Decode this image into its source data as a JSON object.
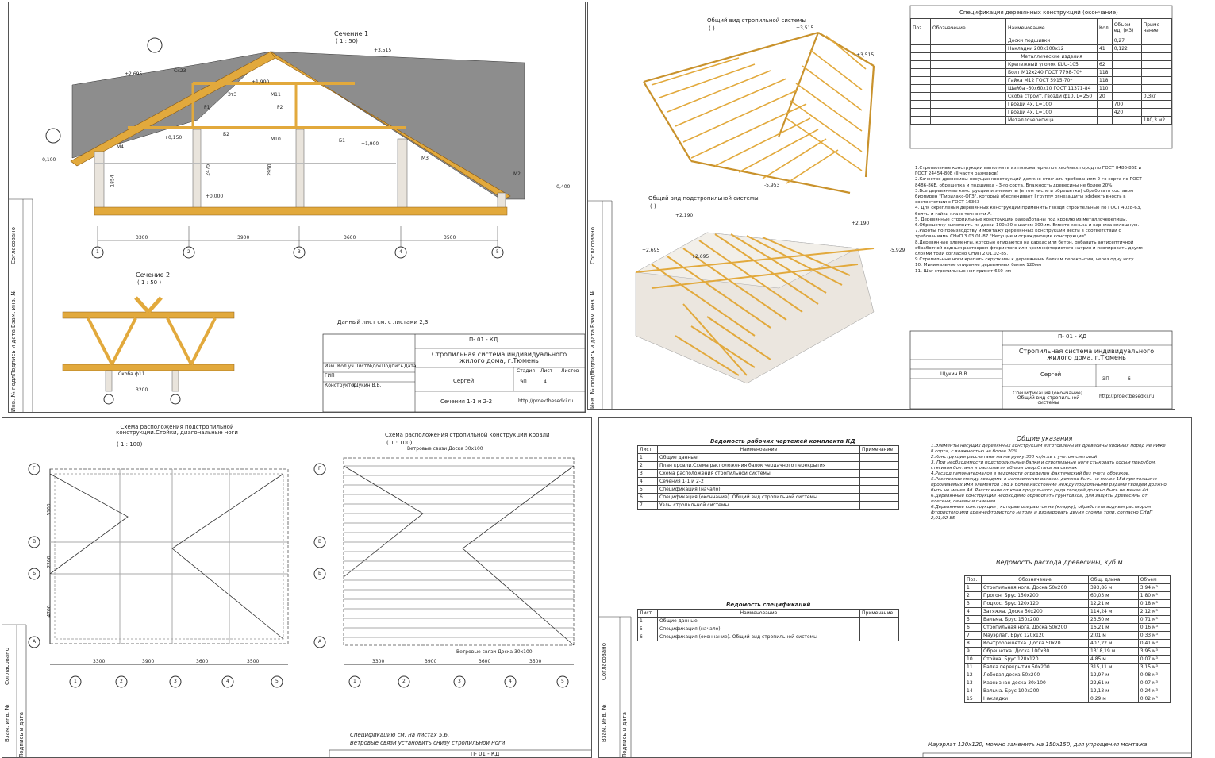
{
  "colors": {
    "timber": "#e2a93c",
    "timber_dark": "#8a5a14",
    "roof": "#8d8d8d",
    "wall": "#e9e4dc",
    "line": "#333333"
  },
  "sheet1": {
    "section1_title": "Сечение 1",
    "section1_scale": "( 1 : 50)",
    "section2_title": "Сечение 2",
    "section2_scale": "( 1 : 50 )",
    "marks": [
      "+3,515",
      "+2,695",
      "+1,900",
      "+0,150",
      "+0,000",
      "-0,400",
      "+1,900",
      "-0,100"
    ],
    "member_labels": [
      "Ск23",
      "Зт3",
      "Р1",
      "Р2",
      "М11",
      "М10",
      "Б2",
      "Б1",
      "М4",
      "М3",
      "М2"
    ],
    "axes": [
      "1",
      "2",
      "3",
      "4",
      "5"
    ],
    "dims": [
      "3300",
      "3900",
      "3600",
      "3500"
    ],
    "heights": [
      "2475",
      "2950",
      "1854"
    ],
    "section2_dim": "3200",
    "section2_label": "Скоба ф11",
    "note": "Данный лист см. с листами 2,3",
    "stamp_code": "П-     01 - КД",
    "stamp_title": "Стропильная система индивидуального жилого дома, г.Тюмень",
    "stamp_author": "Сергей",
    "stamp_sheet_no": "4",
    "stamp_stage": "ЭП",
    "stamp_sheet_title": "Сечения 1-1 и 2-2",
    "stamp_site": "http://proektbesedki.ru",
    "stamp_heads": [
      "Изм.",
      "Кол.уч.",
      "Лист",
      "№док.",
      "Подпись",
      "Дата"
    ],
    "stamp_roles": [
      "ГИП",
      "Конструктор"
    ],
    "stamp_designer": "Щукин В.В.",
    "stamp_stage_heads": [
      "Стадия",
      "Лист",
      "Листов"
    ],
    "side_labels": [
      "Согласовано",
      "Взам. инв. №",
      "Подпись и дата",
      "Инв. № подл."
    ]
  },
  "sheet2": {
    "view1_title": "Общий вид стропильной системы",
    "view1_sub": "( )",
    "view2_title": "Общий вид подстропильной системы",
    "view2_sub": "( )",
    "marks": [
      "+3,515",
      "+3,515",
      "+2,190",
      "+2,695",
      "+2,695",
      "-5,953",
      "+2,190",
      "-5,929"
    ],
    "spec_title": "Спецификация деревянных конструкций (окончание)",
    "spec_headers": [
      "Поз.",
      "Обозначение",
      "Наименование",
      "Кол.",
      "Объем ед. (м3)",
      "Приме-чание"
    ],
    "spec_rows": [
      [
        "",
        "",
        "Доски подшивки",
        "",
        "0,27",
        ""
      ],
      [
        "",
        "",
        "Накладки 200х100х12",
        "41",
        "0,122",
        ""
      ],
      [
        "",
        "",
        "Металлические изделия",
        "",
        "",
        ""
      ],
      [
        "",
        "",
        "Крепежный уголок KUU-105",
        "62",
        "",
        ""
      ],
      [
        "",
        "",
        "Болт М12х240 ГОСТ 7798-70*",
        "118",
        "",
        ""
      ],
      [
        "",
        "",
        "Гайка М12 ГОСТ 5915-70*",
        "118",
        "",
        ""
      ],
      [
        "",
        "",
        "Шайба -60х60х10 ГОСТ 11371-84",
        "110",
        "",
        ""
      ],
      [
        "",
        "",
        "Скоба строит. гвозди ф10, L=250",
        "20",
        "",
        "0,3кг"
      ],
      [
        "",
        "",
        "Гвозди 4х, L=100",
        "",
        "700",
        ""
      ],
      [
        "",
        "",
        "Гвозди 4х, L=100",
        "",
        "420",
        ""
      ],
      [
        "",
        "",
        "Металлочерепица",
        "",
        "",
        "180,3 м2"
      ]
    ],
    "notes": "1.Стропильные конструкции выполнить из пиломатериалов хвойных пород по ГОСТ 8486-86Е и ГОСТ 24454-80Е (II части размеров)\n2.Качество древесины несущих конструкций должно отвечать требованиям 2-го сорта по ГОСТ 8486-86Е, обрешетка и подшивка - 3-го сорта. Влажность древесины не более 20%\n3.Все деревянные конструкции и элементы (в том числе и обрешетки) обработать составом биопирен \"Пирилакс-ОГЗ\", который обеспечивает I группу огнезащиты эффективность в соответствии с ГОСТ 16363\n4. Для скрепления деревянных конструкций применить гвозди строительные по ГОСТ 4028-63, болты и гайки класс точности А.\n5. Деревянные стропильные конструкции разработаны под кровлю из металлочерепицы.\n6.Обрешетку выполнить из доски 100х30 с шагом 300мм. Вместе конька и карниза сплошную.\n7.Работы по производству и монтажу деревянных конструкций вести в соответствии с требованиями СНиП 3.03.01-87 \"Несущие и ограждающие конструкции\".\n8.Деревянные элементы, которые опираются на каркас или бетон, goбавить антисептичной обработкой водным раствором фтористого или кремнефтористого натрия и изолировать двумя слоями толи согласно СНиП 2.01.02-85.\n9.Стропильные ноги крепить скрутками к деревянным балкам перекрытия, через одну ногу\n10. Минимальное опирание деревянных балок 120мм\n11. Шаг стропильных ног принят 650 мм",
    "stamp_code": "П-     01 - КД",
    "stamp_title": "Стропильная система индивидуального жилого дома, г.Тюмень",
    "stamp_author": "Сергей",
    "stamp_sheet_no": "6",
    "stamp_stage": "ЭП",
    "stamp_sheet_title": "Спецификация (окончание). Общий вид стропильной системы",
    "stamp_site": "http://proektbesedki.ru",
    "stamp_designer": "Щукин В.В.",
    "side_labels": [
      "Согласовано",
      "Взам. инв. №",
      "Подпись и дата",
      "Инв. № подл."
    ]
  },
  "sheet3": {
    "plan1_title": "Схема расположения подстропильной конструкции.Стойки, диагональные ноги",
    "plan1_scale": "( 1 : 100)",
    "plan2_title": "Схема расположения стропильной конструкции кровли",
    "plan2_scale": "( 1 : 100)",
    "row_axes": [
      "Г",
      "В",
      "Б",
      "А"
    ],
    "col_axes": [
      "1",
      "2",
      "3",
      "4",
      "5"
    ],
    "dims_x": [
      "3300",
      "3900",
      "3600",
      "3500"
    ],
    "dims_y": [
      "5100",
      "2200",
      "4700"
    ],
    "plan2_callout_top": "Ветровые связи Доска 30х100",
    "plan2_callout_bottom": "Ветровые связи Доска 30х100",
    "note1": "Спецификацию см. на листах 5,6.",
    "note2": "Ветровые связи установить снизу стропильной ноги",
    "stamp_code": "П-     01 - КД",
    "side_labels": [
      "Согласовано",
      "Взам. инв. №",
      "Подпись и дата"
    ]
  },
  "sheet4": {
    "ved_title": "Ведомость рабочих чертежей комплекта КД",
    "ved_headers": [
      "Лист",
      "Наименование",
      "Примечание"
    ],
    "ved_rows": [
      [
        "1",
        "Общие данные",
        ""
      ],
      [
        "2",
        "План кровли.Схема расположения балок чердачного перекрытия",
        ""
      ],
      [
        "3",
        "Схема расположения стропильной системы",
        ""
      ],
      [
        "4",
        "Сечения 1-1 и 2-2",
        ""
      ],
      [
        "5",
        "Спецификация (начало)",
        ""
      ],
      [
        "6",
        "Спецификация (окончание). Общий вид стропильной системы",
        ""
      ],
      [
        "7",
        "Узлы стропильной системы",
        ""
      ]
    ],
    "spec_title": "Ведомость спецификаций",
    "spec_headers": [
      "Лист",
      "Наименование",
      "Примечание"
    ],
    "spec_rows": [
      [
        "1",
        "Общие данные",
        ""
      ],
      [
        "5",
        "Спецификация (начало)",
        ""
      ],
      [
        "6",
        "Спецификация (окончание). Общий вид стропильной системы",
        ""
      ]
    ],
    "general_title": "Общие указания",
    "general_notes": "1.Элементы несущих деревянных конструкций изготовлены из древесины хвойных пород не ниже II сорта, с влажностью не более 20%\n2.Конструкции рассчитаны на нагрузку 300 кг/м.кв с учетом снеговой\n3. При необходимости подстропильные балки и стропильные ноги стыковать косым прирубом, стягивая болтами и располагая вблизи опор.Стыки на схемах\n4.Расход пиломатериалов в ведомости определен фактический без учета обрезков.\n5.Расстояние между гвоздями в направлении волокон должно быть не менее 15d при толщине пробиваемых ими элементов 10d и более.Расстояние между продольными рядами гвоздей должно быть не менее 4d. Расстояние от края продольного ряда гвоздей должно быть не менее 4d.\n6.Деревянные конструкции необходимо обработать грунтовкой, для защиты древесины от плесени, синевы и гниения\n6.Деревянные конструкции , которые опираются на (кладку), обработать водным раствором фтористого или кремнефтористого натрия и изолировать двумя слоями толи, согласно СНиП 2,01,02-85",
    "wood_title": "Ведомость расхода древесины, куб.м.",
    "wood_headers": [
      "Поз.",
      "Обозначение",
      "Общ. длина",
      "Объем"
    ],
    "wood_rows": [
      [
        "1",
        "Стропильная нога. Доска 50х200",
        "393,86 м",
        "3,94 м³"
      ],
      [
        "2",
        "Прогон. Брус 150х200",
        "60,03 м",
        "1,80 м³"
      ],
      [
        "3",
        "Подкос. Брус 120х120",
        "12,21 м",
        "0,18 м³"
      ],
      [
        "4",
        "Затяжка. Доска 50х200",
        "114,24 м",
        "2,12 м³"
      ],
      [
        "5",
        "Вальма. Брус 150х200",
        "23,50 м",
        "0,71 м³"
      ],
      [
        "6",
        "Стропильная нога. Доска 50х200",
        "16,21 м",
        "0,16 м³"
      ],
      [
        "7",
        "Мауэрлат. Брус 120х120",
        "2,01 м",
        "0,33 м³"
      ],
      [
        "8",
        "Контробрешетка. Доска 50х20",
        "407,22 м",
        "0,41 м³"
      ],
      [
        "9",
        "Обрешетка. Доска 100х30",
        "1318,19 м",
        "3,95 м³"
      ],
      [
        "10",
        "Стойка. Брус 120х120",
        "4,85 м",
        "0,07 м³"
      ],
      [
        "11",
        "Балка перекрытия 50х200",
        "315,11 м",
        "3,15 м³"
      ],
      [
        "12",
        "Лобовая доска 50х200",
        "12,97 м",
        "0,08 м³"
      ],
      [
        "13",
        "Карнизная доска 30х100",
        "22,61 м",
        "0,07 м³"
      ],
      [
        "14",
        "Вальма. Брус 100х200",
        "12,13 м",
        "0,24 м³"
      ],
      [
        "15",
        "Накладки",
        "0,29 м",
        "0,02 м³"
      ]
    ],
    "footnote": "Мауэрлат 120х120, можно заменить на 150х150, для упрощения монтажа",
    "side_labels": [
      "Согласовано",
      "Взам. инв. №",
      "Подпись и дата"
    ]
  }
}
